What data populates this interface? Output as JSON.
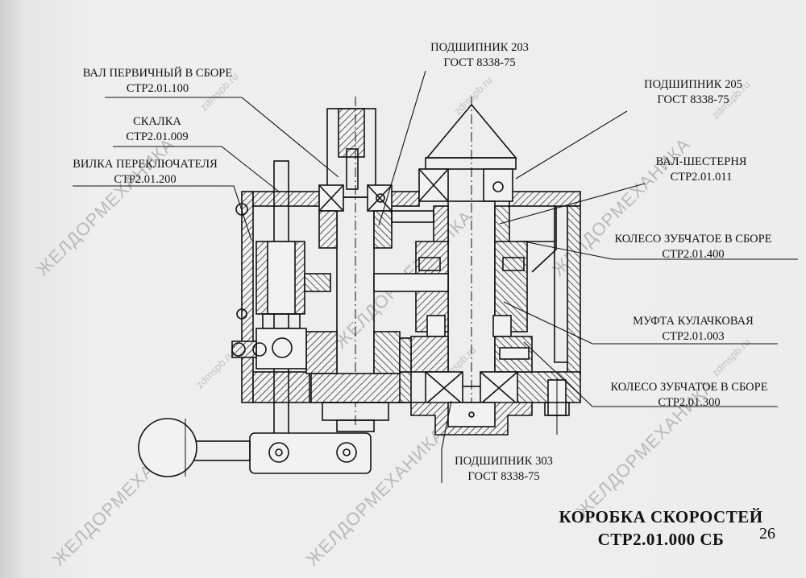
{
  "labels": {
    "primary_shaft": {
      "name": "ВАЛ ПЕРВИЧНЫЙ В СБОРЕ",
      "code": "СТР2.01.100"
    },
    "rolling_pin": {
      "name": "СКАЛКА",
      "code": "СТР2.01.009"
    },
    "shift_fork": {
      "name": "ВИЛКА ПЕРЕКЛЮЧАТЕЛЯ",
      "code": "СТР2.01.200"
    },
    "bearing_203": {
      "name": "ПОДШИПНИК 203",
      "code": "ГОСТ 8338-75"
    },
    "bearing_205": {
      "name": "ПОДШИПНИК 205",
      "code": "ГОСТ 8338-75"
    },
    "gear_shaft": {
      "name": "ВАЛ-ШЕСТЕРНЯ",
      "code": "СТР2.01.011"
    },
    "gear_wheel_400": {
      "name": "КОЛЕСО ЗУБЧАТОЕ В СБОРЕ",
      "code": "СТР2.01.400"
    },
    "dog_clutch": {
      "name": "МУФТА КУЛАЧКОВАЯ",
      "code": "СТР2.01.003"
    },
    "gear_wheel_300": {
      "name": "КОЛЕСО ЗУБЧАТОЕ В СБОРЕ",
      "code": "СТР2.01.300"
    },
    "bearing_303": {
      "name": "ПОДШИПНИК 303",
      "code": "ГОСТ 8338-75"
    }
  },
  "title": {
    "line1": "КОРОБКА СКОРОСТЕЙ",
    "line2": "СТР2.01.000 СБ"
  },
  "page_number": "26",
  "watermarks": {
    "main": "ЖЕЛДОРМЕХАНИКА",
    "site": "zdmspb.ru"
  },
  "colors": {
    "ink": "#111111",
    "paper": "#ededed",
    "hatch": "#1a1a1a"
  }
}
